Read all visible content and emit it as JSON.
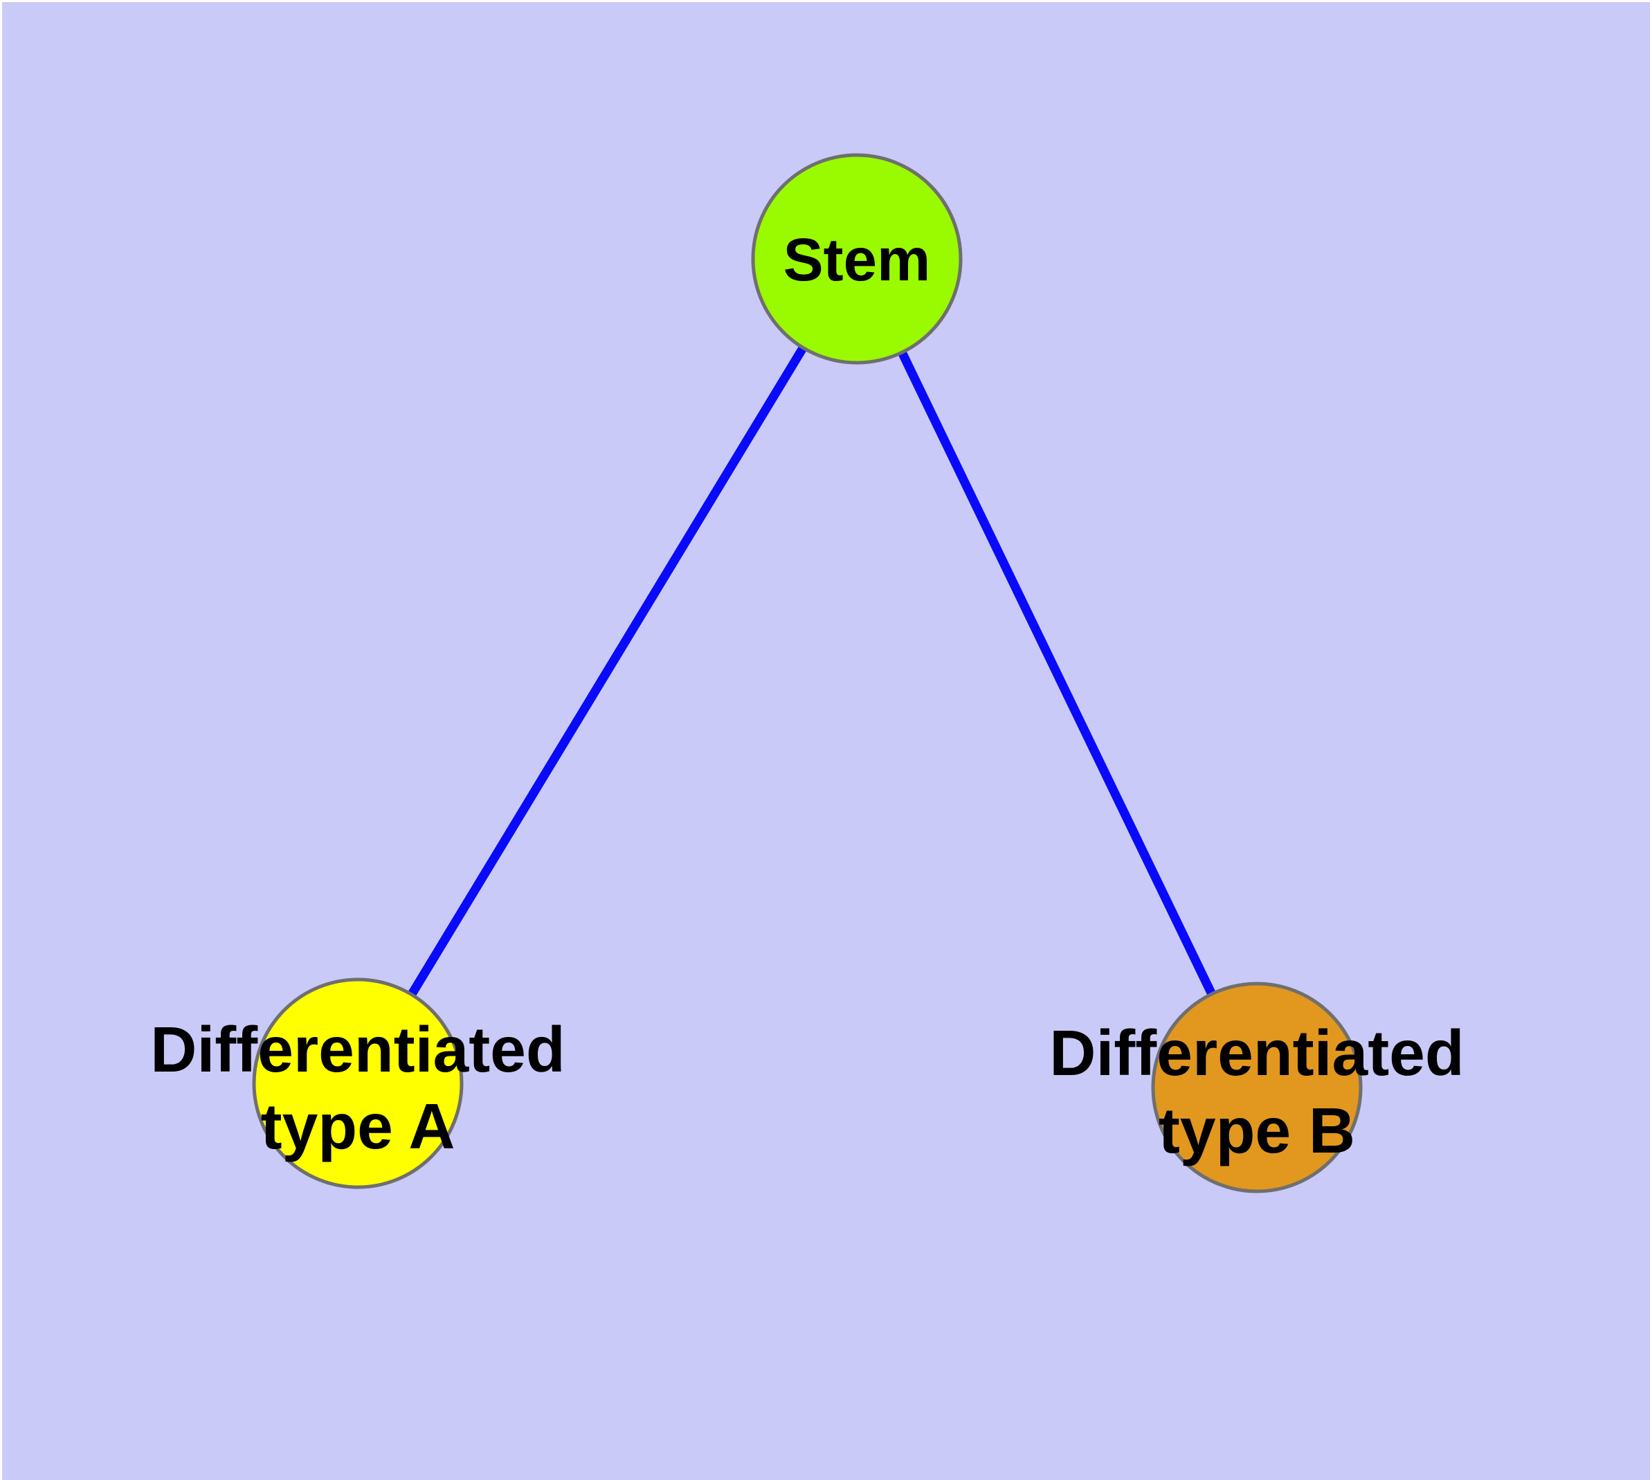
{
  "canvas": {
    "frame_color": "#FFFFFF",
    "background_color": "#CACAF8",
    "text_color": "#000000"
  },
  "nodes": {
    "stem": {
      "label": "Stem",
      "fill_color": "#9AFA00",
      "border_color": "#6F6F6F"
    },
    "type_a": {
      "label_lines": [
        "Differentiated",
        "type A"
      ],
      "fill_color": "#FFFF00",
      "border_color": "#6F6F6F"
    },
    "type_b": {
      "label_lines": [
        "Differentiated",
        "type B"
      ],
      "fill_color": "#E2971E",
      "border_color": "#6F6F6F"
    }
  },
  "edges": [
    {
      "from": "Stem",
      "to": "Differentiated type A",
      "color": "#0A0AFA"
    },
    {
      "from": "Stem",
      "to": "Differentiated type B",
      "color": "#0A0AFA"
    }
  ]
}
